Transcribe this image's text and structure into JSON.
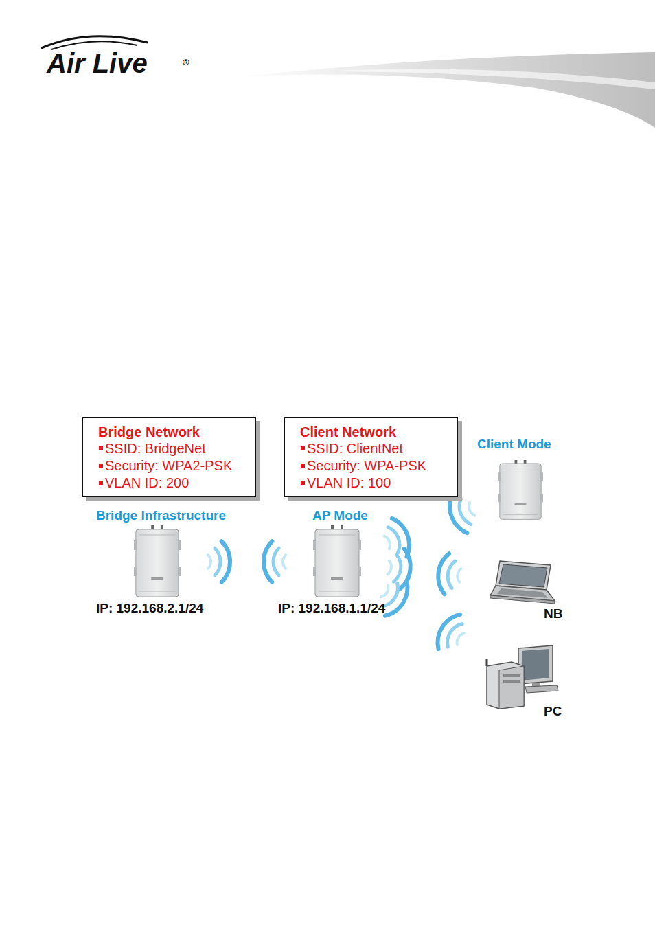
{
  "diagram": {
    "nodes": [
      {
        "text": [
          "Bridge Network",
          "SSID: BridgeNet",
          "Security: WPA2-PSK",
          "VLAN ID: 200"
        ]
      },
      {
        "text": [
          "Client Network",
          "SSID: ClientNet",
          "Security: WPA-PSK",
          "VLAN ID: 100"
        ]
      },
      {
        "text": [
          "Bridge Infrastructure",
          "IP: 192.168.2.1/24"
        ]
      },
      {
        "text": [
          "AP Mode",
          "IP: 192.168.1.1/24"
        ]
      },
      {
        "text": [
          "Client Mode"
        ]
      },
      {
        "text": [
          "NB"
        ]
      },
      {
        "text": [
          "PC"
        ]
      }
    ],
    "edges": [
      {
        "from": 2,
        "to": 3,
        "arrow": "none"
      },
      {
        "from": 3,
        "to": 4,
        "arrow": "none"
      },
      {
        "from": 3,
        "to": 5,
        "arrow": "none"
      },
      {
        "from": 3,
        "to": 6,
        "arrow": "none"
      }
    ],
    "labels": [
      "Air Live",
      "®"
    ]
  }
}
